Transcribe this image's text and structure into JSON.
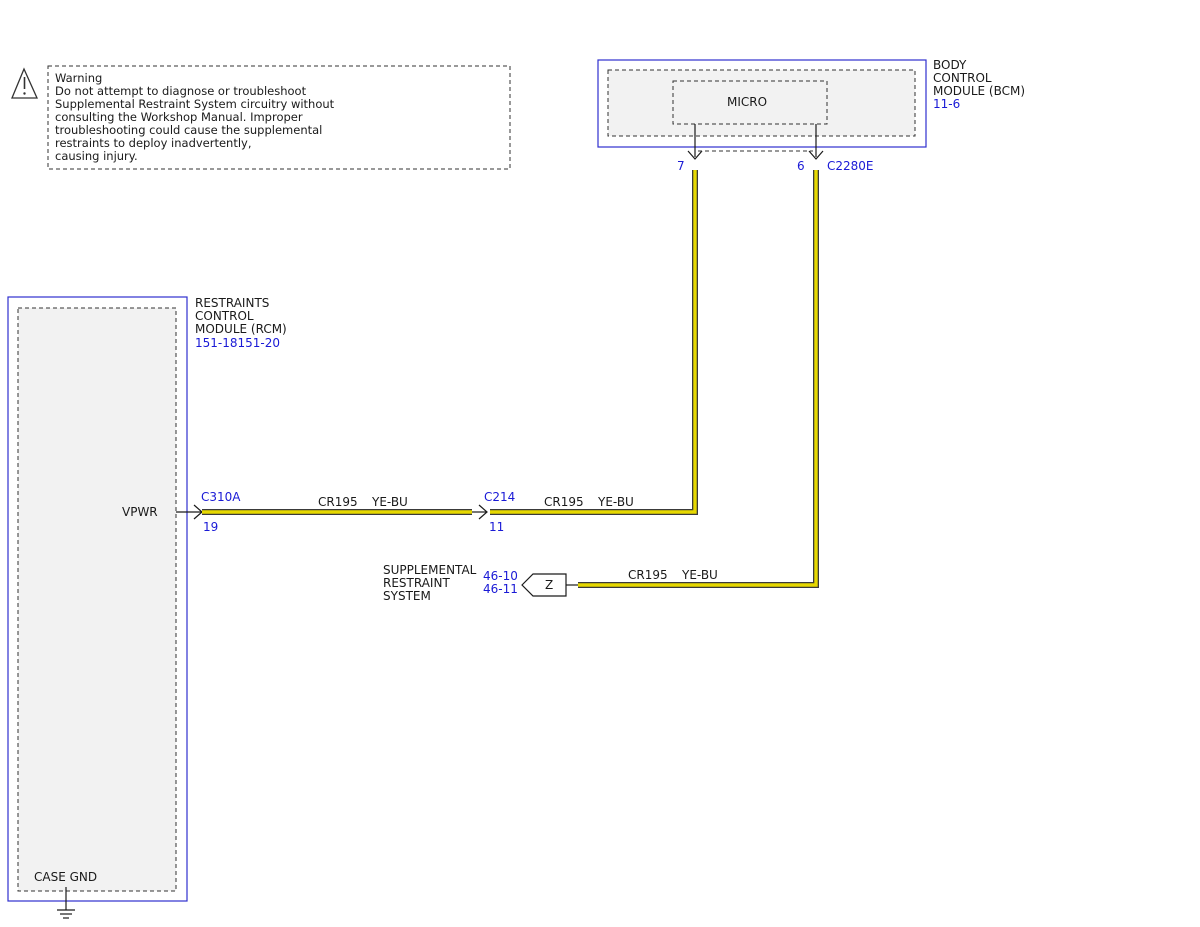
{
  "colors": {
    "module_border": "#2f2fcf",
    "module_fill": "#f2f2f2",
    "link_text": "#1a1ad6",
    "wire_yellow": "#e6d800",
    "wire_outline": "#3a3a3a"
  },
  "warning": {
    "icon": "warning-triangle-icon",
    "lines": [
      "Warning",
      "Do not attempt to diagnose or troubleshoot",
      "Supplemental Restraint System circuitry without",
      "consulting the Workshop Manual. Improper",
      "troubleshooting could cause the supplemental",
      "restraints to deploy inadvertently,",
      "causing injury."
    ]
  },
  "bcm": {
    "name_lines": [
      "BODY",
      "CONTROL",
      "MODULE (BCM)"
    ],
    "ref": "11-6",
    "micro_label": "MICRO",
    "connector": "C2280E",
    "pin_a": "7",
    "pin_b": "6"
  },
  "rcm": {
    "name_lines": [
      "RESTRAINTS",
      "CONTROL",
      "MODULE (RCM)"
    ],
    "ref": "151-18151-20",
    "vpwr_label": "VPWR",
    "case_gnd_label": "CASE GND",
    "connector": "C310A",
    "pin": "19"
  },
  "inline_connector": {
    "name": "C214",
    "pin": "11"
  },
  "wires": {
    "rcm_to_c214": {
      "circuit": "CR195",
      "color": "YE-BU"
    },
    "c214_to_bcm": {
      "circuit": "CR195",
      "color": "YE-BU"
    },
    "bcm_to_srs": {
      "circuit": "CR195",
      "color": "YE-BU"
    }
  },
  "srs": {
    "name_lines": [
      "SUPPLEMENTAL",
      "RESTRAINT",
      "SYSTEM"
    ],
    "refs": [
      "46-10",
      "46-11"
    ],
    "flag_label": "Z"
  }
}
